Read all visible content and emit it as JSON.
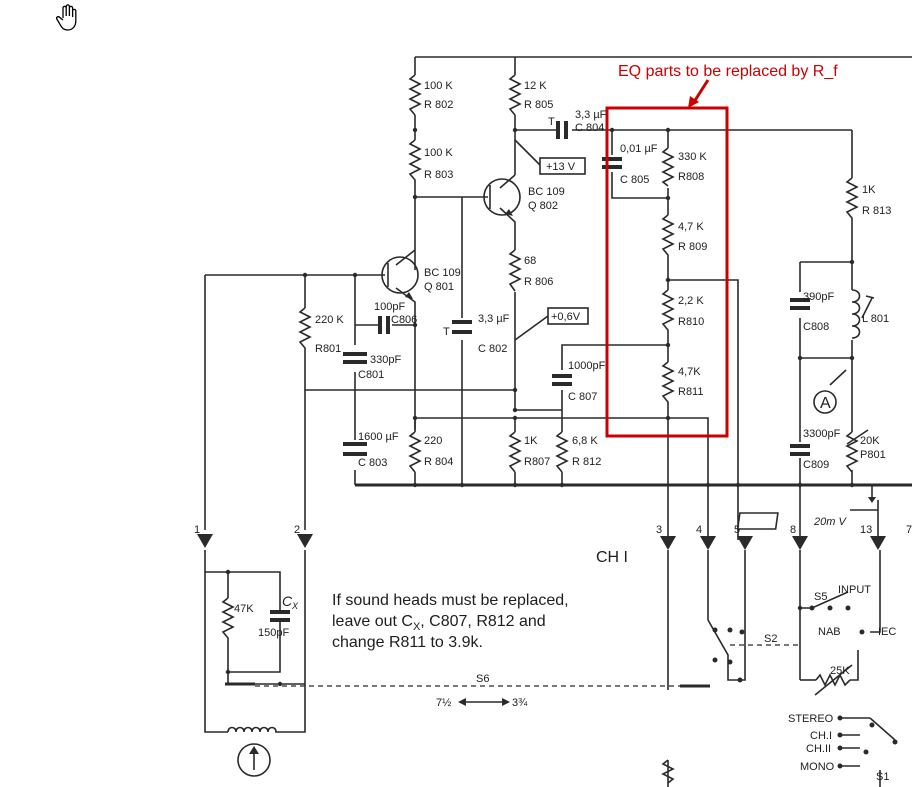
{
  "cursor": {
    "icon": "hand-pointer-icon"
  },
  "annotation": {
    "text": "EQ parts to be replaced by R_f",
    "color": "#cc0000"
  },
  "components": {
    "r802": {
      "value": "100 K",
      "ref": "R 802"
    },
    "r803": {
      "value": "100 K",
      "ref": "R 803"
    },
    "r805": {
      "value": "12 K",
      "ref": "R 805"
    },
    "c804": {
      "value": "3,3 µF",
      "ref": "C 804",
      "polarity": "T"
    },
    "v13": "+13 V",
    "q802": {
      "type": "BC 109",
      "ref": "Q 802"
    },
    "q801": {
      "type": "BC 109",
      "ref": "Q 801"
    },
    "r801": {
      "value": "220 K",
      "ref": "R801"
    },
    "c806": {
      "value": "100pF",
      "ref": "C806"
    },
    "c801": {
      "value": "330pF",
      "ref": "C801"
    },
    "c802": {
      "value": "3,3 µF",
      "ref": "C 802",
      "polarity": "T"
    },
    "r806": {
      "value": "68",
      "ref": "R 806"
    },
    "v06": "+0,6V",
    "c807": {
      "value": "1000pF",
      "ref": "C 807"
    },
    "c805": {
      "value": "0,01 µF",
      "ref": "C 805"
    },
    "r808": {
      "value": "330 K",
      "ref": "R808"
    },
    "r809": {
      "value": "4,7 K",
      "ref": "R 809"
    },
    "r810": {
      "value": "2,2 K",
      "ref": "R810"
    },
    "r811": {
      "value": "4,7K",
      "ref": "R811"
    },
    "r813": {
      "value": "1K",
      "ref": "R 813"
    },
    "c808": {
      "value": "390pF",
      "ref": "C808"
    },
    "l801": {
      "ref": "L 801"
    },
    "point_a": "A",
    "c809": {
      "value": "3300pF",
      "ref": "C809"
    },
    "p801": {
      "value": "20K",
      "ref": "P801"
    },
    "c803": {
      "value": "1600 µF",
      "ref": "C 803"
    },
    "r804": {
      "value": "220",
      "ref": "R 804"
    },
    "r807": {
      "value": "1K",
      "ref": "R807"
    },
    "r812": {
      "value": "6,8 K",
      "ref": "R 812"
    },
    "r47k": {
      "value": "47K"
    },
    "cx": {
      "ref": "C",
      "sub": "X",
      "value": "150pF"
    },
    "vlevel": "20m V",
    "pot25k": "25K"
  },
  "terminals": [
    "1",
    "2",
    "3",
    "4",
    "5",
    "8",
    "13",
    "7"
  ],
  "channel_label": "CH I",
  "note_lines": [
    "If sound heads must be replaced,",
    "leave out C",
    "X",
    ", C807, R812 and",
    "change R811 to 3.9k."
  ],
  "switches": {
    "s6": "S6",
    "speed_left": "7½",
    "speed_right": "3¾",
    "s2": "S2",
    "s5": "S5",
    "input": "INPUT",
    "nab": "NAB",
    "iec": "IEC",
    "s1": "S1",
    "modes": [
      "STEREO",
      "CH.I",
      "CH.II",
      "MONO"
    ]
  }
}
